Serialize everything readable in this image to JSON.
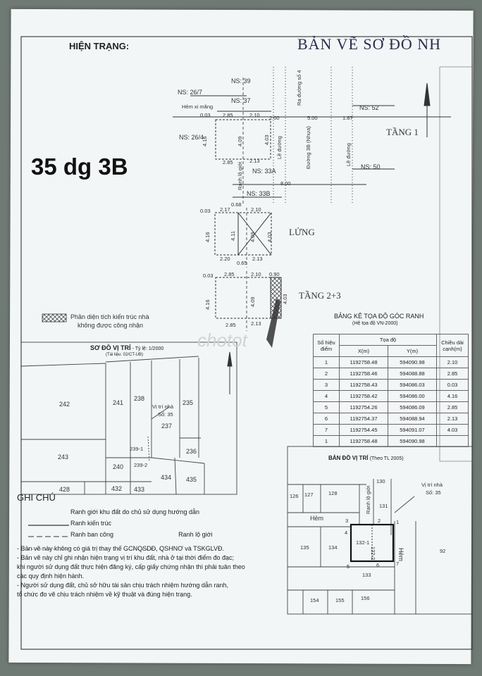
{
  "header": {
    "current_label": "HIỆN TRẠNG:",
    "title": "BẢN VẼ SƠ ĐỒ NH",
    "handwritten_address": "35 dg 3B"
  },
  "plan": {
    "labels": {
      "ns39": "NS: 39",
      "ns37": "NS: 37",
      "ns267": "NS: 26/7",
      "ns264": "NS: 26/4",
      "ns52": "NS: 52",
      "ns50": "NS: 50",
      "ns33a": "NS: 33A",
      "ns33b": "NS: 33B",
      "hem": "Hẻm xi măng",
      "road_out": "Ra đường số 4",
      "road3b": "Đường 3B (Nhựa)",
      "le1": "Lề đường",
      "le2": "Lề đường",
      "ranh": "Ranh lộ giới"
    },
    "dims": {
      "d003a": "0.03",
      "d285a": "2.85",
      "d210a": "2.10",
      "d200": "2.00",
      "d500": "5.00",
      "d187": "1.87",
      "d416a": "4.16",
      "d409a": "4.09",
      "d403a": "4.03",
      "d285b": "2.85",
      "d213a": "2.13",
      "d800": "8.00",
      "d068": "0.68",
      "d003b": "0.03",
      "d217": "2.17",
      "d210b": "2.10",
      "d416b": "4.16",
      "d411": "4.11",
      "d409b": "4.09",
      "d403b": "4.03",
      "d220": "2.20",
      "d065": "0.65",
      "d213b": "2.13",
      "d003c": "0.03",
      "d285c": "2.85",
      "d210c": "2.10",
      "d090": "0.90",
      "d416c": "4.16",
      "d409c": "4.09",
      "d403c": "4.03",
      "d285d": "2.85",
      "d213c": "2.13"
    },
    "floors": {
      "f1": "TẦNG 1",
      "mezz": "LỬNG",
      "f23": "TẦNG 2+3"
    },
    "hatch_legend_1": "Phần diện tích kiến trúc nhà",
    "hatch_legend_2": "không được công nhận",
    "watermark": "chotot"
  },
  "location_map": {
    "title": "SƠ ĐỒ VỊ TRÍ",
    "scale": " - Tỷ lệ: 1/2000",
    "source": "(Tài liệu: 02/CT-UB)",
    "site_label": "Vị trí nhà",
    "site_no": "Số: 35",
    "parcels": [
      "242",
      "241",
      "238",
      "235",
      "237",
      "239-1",
      "236",
      "243",
      "240",
      "239-2",
      "434",
      "435",
      "428",
      "432",
      "433"
    ]
  },
  "coord_table": {
    "title": "BẢNG KÊ TỌA ĐỘ GÓC RANH",
    "subtitle": "(Hệ tọa độ VN-2000)",
    "h_point": "Số hiệu điểm",
    "h_coord": "Tọa độ",
    "h_x": "X(m)",
    "h_y": "Y(m)",
    "h_len": "Chiều dài cạnh(m)",
    "rows": [
      {
        "p": "1",
        "x": "1192758.48",
        "y": "594090.98",
        "l": "2.10"
      },
      {
        "p": "2",
        "x": "1192758.46",
        "y": "594088.88",
        "l": "2.85"
      },
      {
        "p": "3",
        "x": "1192758.43",
        "y": "594086.03",
        "l": "0.03"
      },
      {
        "p": "4",
        "x": "1192758.42",
        "y": "594086.00",
        "l": "4.16"
      },
      {
        "p": "5",
        "x": "1192754.26",
        "y": "594086.09",
        "l": "2.85"
      },
      {
        "p": "6",
        "x": "1192754.37",
        "y": "594088.94",
        "l": "2.13"
      },
      {
        "p": "7",
        "x": "1192754.45",
        "y": "594091.07",
        "l": "4.03"
      },
      {
        "p": "1",
        "x": "1192758.48",
        "y": "594090.98",
        "l": ""
      }
    ]
  },
  "position_map": {
    "title": "BẢN ĐỒ VỊ TRÍ",
    "ref": "(Theo TL 2005)",
    "site_label": "Vị trí nhà",
    "site_no": "Số: 35",
    "hem1": "Hẻm",
    "hem2": "Hẻm",
    "ranh": "Ranh lộ giới",
    "parcels": [
      "126",
      "127",
      "128",
      "130",
      "131",
      "135",
      "134",
      "132-1",
      "132-2",
      "133",
      "154",
      "155",
      "156",
      "92"
    ],
    "points": [
      "1",
      "2",
      "3",
      "4",
      "5",
      "6",
      "7"
    ]
  },
  "notes": {
    "heading": "GHI CHÚ",
    "legend": [
      "Ranh giới khu đất do chủ sử dụng hướng dẫn",
      "Ranh kiến trúc",
      "Ranh ban công",
      "Ranh lộ giới"
    ],
    "lines": [
      "- Bản vẽ này không có giá trị thay thế GCNQSDĐ, QSHNƠ và TSKGLVĐ.",
      "- Bản vẽ này chỉ ghi nhận hiện trạng vị trí khu đất, nhà ở tại thời điểm đo đạc;",
      "khi người sử dụng đất thực hiện đăng ký, cấp giấy chứng nhận thì phải tuân theo",
      "các quy định hiện hành.",
      "- Người sử dụng đất, chủ sở hữu tài sản chịu trách nhiệm hướng dẫn ranh,",
      "tổ chức đo vẽ chịu trách nhiệm về kỹ thuật và đúng hiện trạng."
    ]
  }
}
